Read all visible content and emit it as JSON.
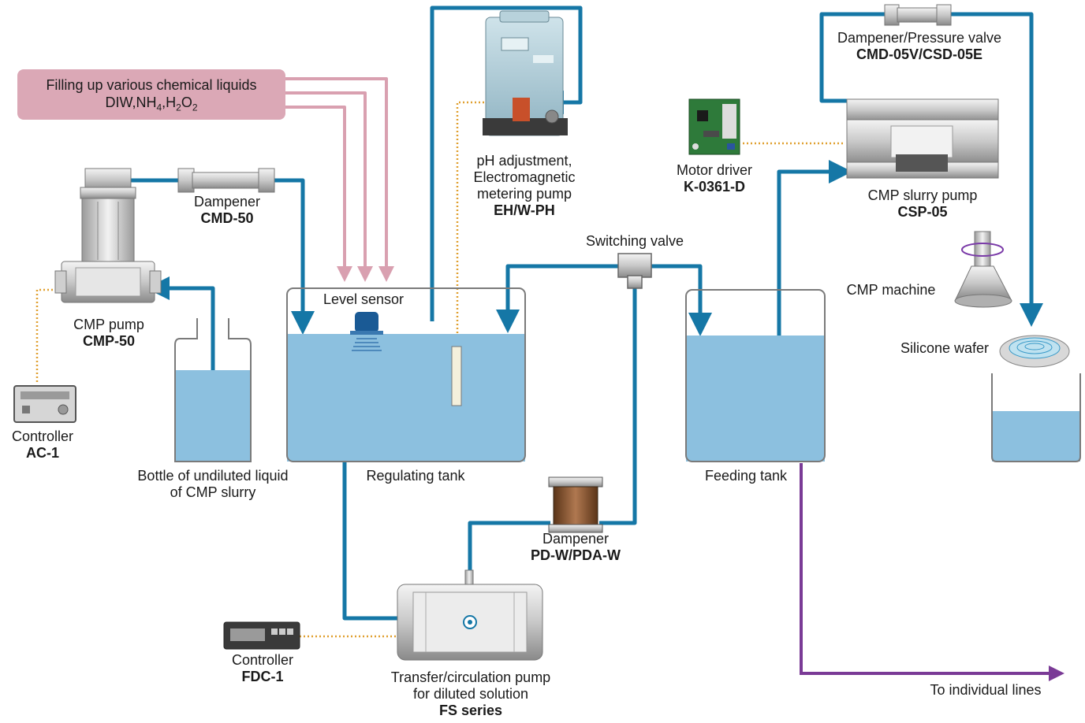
{
  "chemicals": {
    "title": "Filling up various chemical liquids",
    "formula_parts": [
      "DIW,NH",
      "4",
      ",H",
      "2",
      "O",
      "2"
    ]
  },
  "labels": {
    "dampener_cmd50": {
      "name": "Dampener",
      "model": "CMD-50"
    },
    "cmp_pump": {
      "name": "CMP pump",
      "model": "CMP-50"
    },
    "controller_ac1": {
      "name": "Controller",
      "model": "AC-1"
    },
    "bottle": {
      "line1": "Bottle of undiluted liquid",
      "line2": "of CMP slurry"
    },
    "level_sensor": "Level sensor",
    "regulating_tank": "Regulating tank",
    "ph_pump": {
      "line1": "pH adjustment,",
      "line2": "Electromagnetic",
      "line3": "metering pump",
      "model": "EH/W-PH"
    },
    "switching_valve": "Switching valve",
    "feeding_tank": "Feeding tank",
    "motor_driver": {
      "name": "Motor driver",
      "model": "K-0361-D"
    },
    "dampener_pressure": {
      "name": "Dampener/Pressure valve",
      "model": "CMD-05V/CSD-05E"
    },
    "cmp_slurry_pump": {
      "name": "CMP slurry pump",
      "model": "CSP-05"
    },
    "cmp_machine": "CMP machine",
    "silicone_wafer": "Silicone wafer",
    "dampener_pdw": {
      "name": "Dampener",
      "model": "PD-W/PDA-W"
    },
    "controller_fdc1": {
      "name": "Controller",
      "model": "FDC-1"
    },
    "transfer_pump": {
      "line1": "Transfer/circulation pump",
      "line2": "for diluted solution",
      "model": "FS series"
    },
    "individual_lines": "To individual lines"
  },
  "colors": {
    "pipe": "#1577a6",
    "chemical_pipe": "#d9a0b0",
    "chemical_box": "#dba8b6",
    "outlet_pipe": "#7a3a96",
    "liquid": "#8cc0df",
    "signal_line": "#e0a030"
  }
}
